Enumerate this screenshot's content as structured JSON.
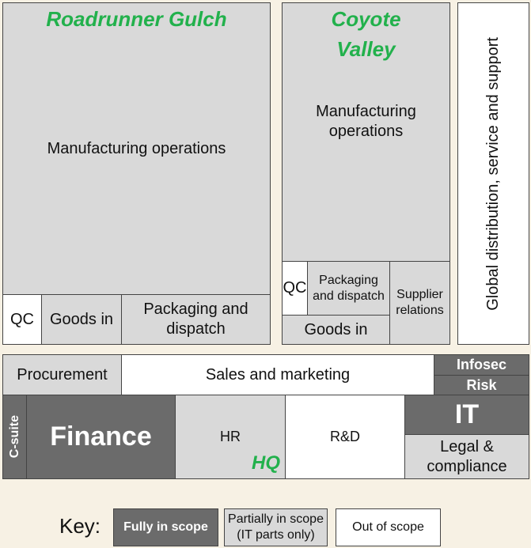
{
  "sites": {
    "roadrunner": {
      "title": "Roadrunner Gulch",
      "manufacturing": "Manufacturing operations",
      "qc": "QC",
      "goods_in": "Goods in",
      "packaging": "Packaging and dispatch"
    },
    "coyote": {
      "title_line1": "Coyote",
      "title_line2": "Valley",
      "manufacturing": "Manufacturing operations",
      "qc": "QC",
      "packaging": "Packaging and dispatch",
      "supplier": "Supplier relations",
      "goods_in": "Goods in"
    },
    "global": "Global distribution, service and support"
  },
  "hq": {
    "label": "HQ",
    "procurement": "Procurement",
    "sales": "Sales and marketing",
    "infosec": "Infosec",
    "risk": "Risk",
    "csuite": "C-suite",
    "finance": "Finance",
    "hr": "HR",
    "rnd": "R&D",
    "it": "IT",
    "legal": "Legal & compliance"
  },
  "key": {
    "label": "Key:",
    "full": "Fully in scope",
    "partial": "Partially in scope (IT parts only)",
    "out": "Out of scope"
  },
  "colors": {
    "fully_in_scope": "#6b6b6b",
    "partially_in_scope": "#d9d9d9",
    "out_of_scope": "#ffffff",
    "site_title": "#22b14c"
  }
}
